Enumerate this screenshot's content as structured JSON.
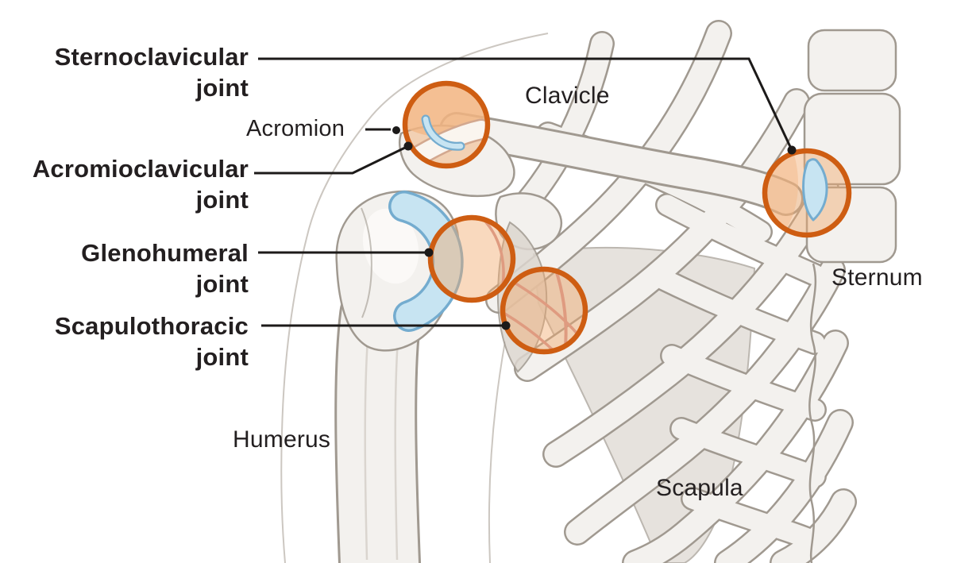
{
  "labels": {
    "sternoclavicular": {
      "line1": "Sternoclavicular",
      "line2": "joint"
    },
    "acromioclavicular": {
      "line1": "Acromioclavicular",
      "line2": "joint"
    },
    "glenohumeral": {
      "line1": "Glenohumeral",
      "line2": "joint"
    },
    "scapulothoracic": {
      "line1": "Scapulothoracic",
      "line2": "joint"
    },
    "acromion": {
      "text": "Acromion"
    },
    "clavicle": {
      "text": "Clavicle"
    },
    "sternum": {
      "text": "Sternum"
    },
    "humerus": {
      "text": "Humerus"
    },
    "scapula": {
      "text": "Scapula"
    }
  },
  "colors": {
    "accent": "#CE5D12",
    "highlight_fill": "#F2A86B",
    "cartilage": "#C7E4F2",
    "cartilage_stroke": "#74ACCF",
    "bone": "#F3F1EE",
    "bone_stroke": "#A09990",
    "bone_shade": "#DCD6CF",
    "silhouette": "#CCC7C1",
    "salmon": "#DF9B80",
    "ink": "#231F20",
    "leader": "#1C1A19"
  }
}
